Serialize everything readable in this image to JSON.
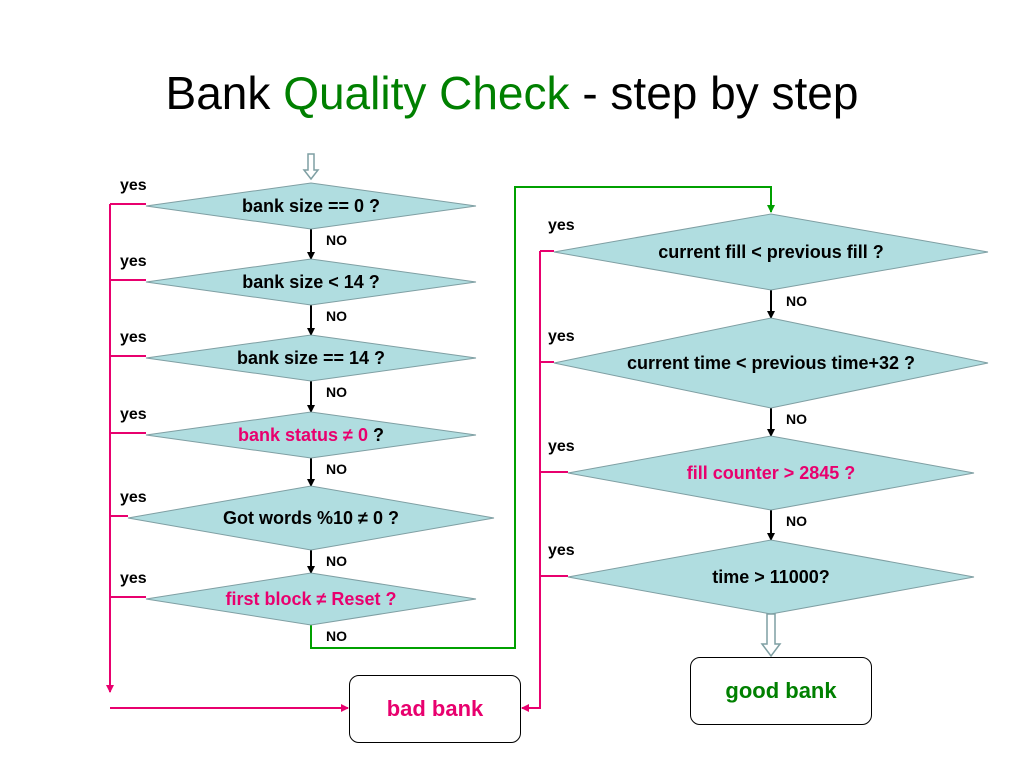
{
  "title": {
    "part1": "Bank",
    "part2": "Quality Check",
    "part3": "- step by step"
  },
  "left_checks": [
    {
      "label": "bank size == 0 ?",
      "yes": "yes",
      "no": "NO",
      "highlight": false
    },
    {
      "label": "bank size < 14 ?",
      "yes": "yes",
      "no": "NO",
      "highlight": false
    },
    {
      "label": "bank size == 14 ?",
      "yes": "yes",
      "no": "NO",
      "highlight": false
    },
    {
      "label": "bank status ≠ 0",
      "suffix": " ?",
      "yes": "yes",
      "no": "NO",
      "highlight": true
    },
    {
      "label": "Got words %10 ≠ 0 ?",
      "yes": "yes",
      "no": "NO",
      "highlight": false
    },
    {
      "label": "first block ≠ Reset ?",
      "yes": "yes",
      "no": "NO",
      "highlight": true
    }
  ],
  "right_checks": [
    {
      "label": "current fill < previous fill ?",
      "yes": "yes",
      "no": "NO",
      "highlight": false
    },
    {
      "label": "current time < previous time+32 ?",
      "yes": "yes",
      "no": "NO",
      "highlight": false
    },
    {
      "label": "fill counter > 2845 ?",
      "yes": "yes",
      "no": "NO",
      "highlight": true
    },
    {
      "label": "time > 11000?",
      "yes": "yes",
      "highlight": false
    }
  ],
  "bad_bank": "bad bank",
  "good_bank": "good bank",
  "colors": {
    "diamond_fill": "#b0dde0",
    "diamond_stroke": "#7f9fa3",
    "yes_line": "#e8006e",
    "no_line_green": "#00a000",
    "highlight_text": "#e8006e",
    "good_text": "#008000",
    "title_accent": "#008000"
  }
}
